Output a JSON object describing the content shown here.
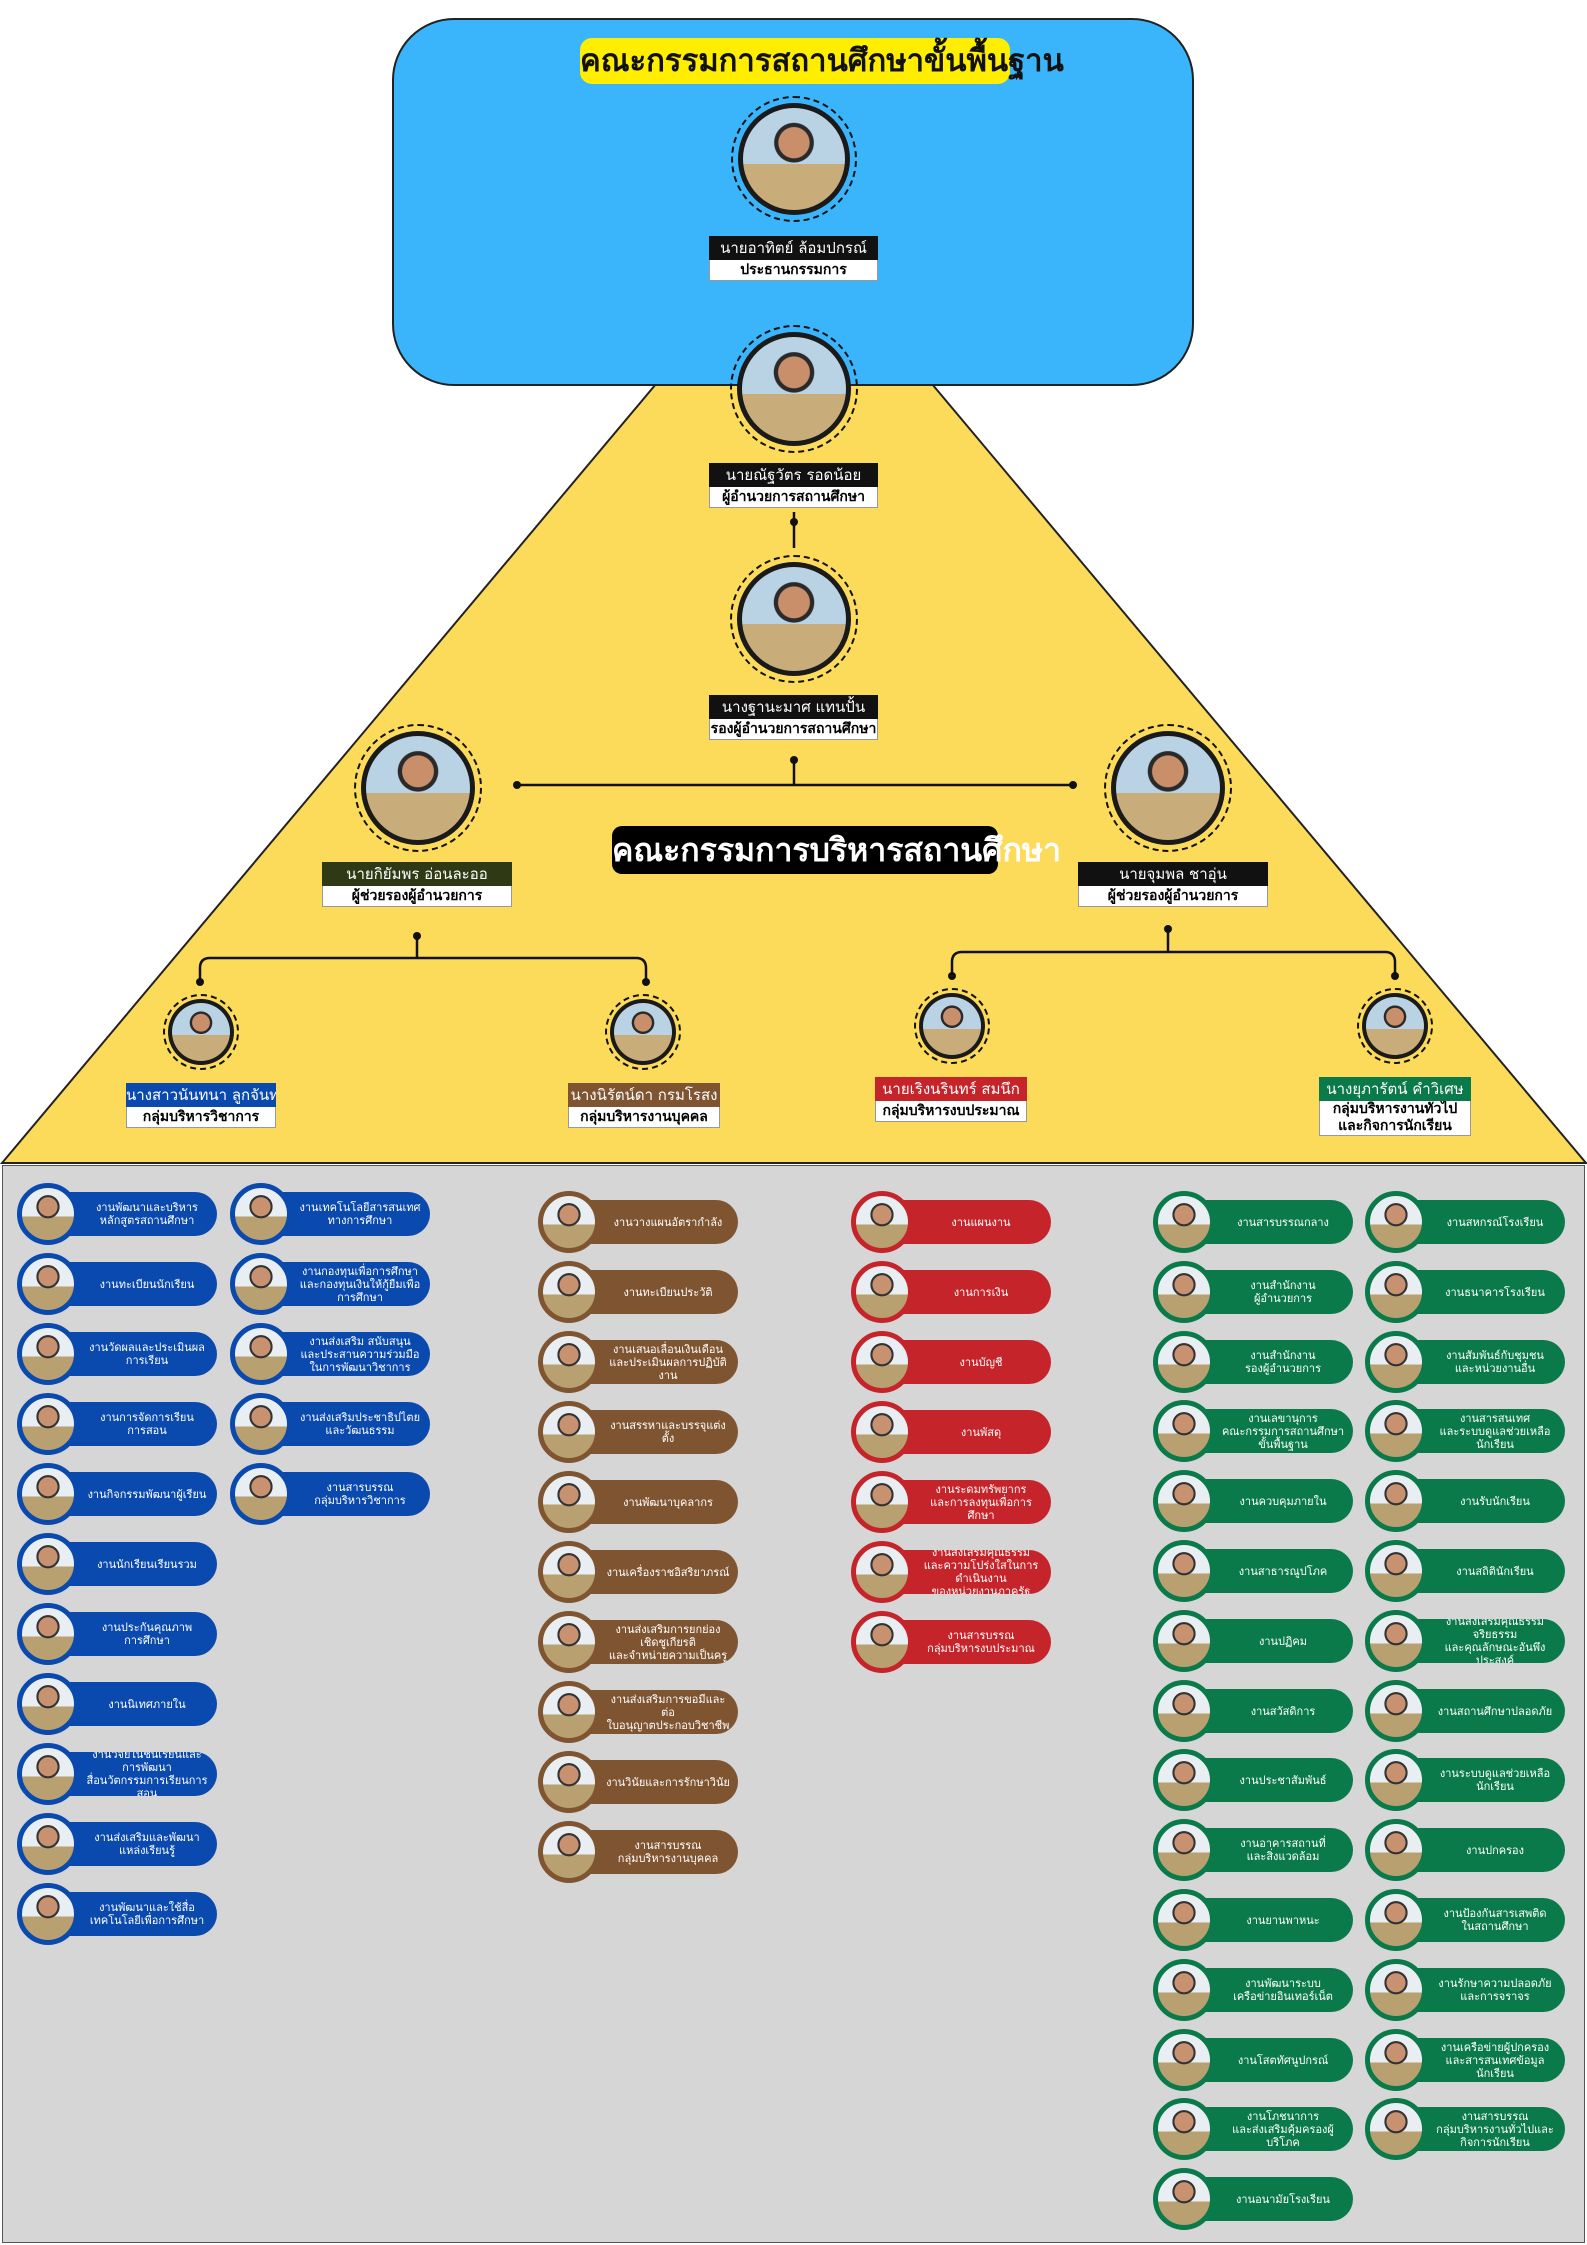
{
  "header": {
    "title": "คณะกรรมการสถานศึกษาขั้นพื้นฐาน"
  },
  "center_title": "คณะกรรมการบริหารสถานศึกษา",
  "chairman": {
    "name": "นายอาทิตย์  ล้อมปกรณ์",
    "role": "ประธานกรรมการ"
  },
  "director": {
    "name": "นายณัฐวัตร  รอดน้อย",
    "role": "ผู้อำนวยการสถานศึกษา"
  },
  "deputy": {
    "name": "นางฐานะมาศ แทนปั้น",
    "role": "รองผู้อำนวยการสถานศึกษา"
  },
  "assistants": [
    {
      "name": "นายกิยัมพร อ่อนละออ",
      "role": "ผู้ช่วยรองผู้อำนวยการ"
    },
    {
      "name": "นายจุมพล ชาอุ่น",
      "role": "ผู้ช่วยรองผู้อำนวยการ"
    }
  ],
  "groups": [
    {
      "name": "นางสาวนันทนา ลูกจันทร์",
      "role": "กลุ่มบริหารวิชาการ",
      "color": "#0a49ad"
    },
    {
      "name": "นางนิรัตน์ดา กรมโรสง",
      "role": "กลุ่มบริหารงานบุคคล",
      "color": "#7f5431"
    },
    {
      "name": "นายเริงนรินทร์ สมนึก",
      "role": "กลุ่มบริหารงบประมาณ",
      "color": "#c4242a"
    },
    {
      "name": "นางยุภารัตน์ คำวิเศษ",
      "role": "กลุ่มบริหารงานทั่วไป\nและกิจการนักเรียน",
      "color": "#0b7a4a"
    }
  ],
  "duties": {
    "academic_col1": [
      "งานพัฒนาและบริหาร\nหลักสูตรสถานศึกษา",
      "งานทะเบียนนักเรียน",
      "งานวัดผลและประเมินผล\nการเรียน",
      "งานการจัดการเรียน\nการสอน",
      "งานกิจกรรมพัฒนาผู้เรียน",
      "งานนักเรียนเรียนรวม",
      "งานประกันคุณภาพ\nการศึกษา",
      "งานนิเทศภายใน",
      "งานวิจัยในชั้นเรียนและการพัฒนา\nสื่อนวัตกรรมการเรียนการสอน",
      "งานส่งเสริมและพัฒนา\nแหล่งเรียนรู้",
      "งานพัฒนาและใช้สื่อ\nเทคโนโลยีเพื่อการศึกษา"
    ],
    "academic_col2": [
      "งานเทคโนโลยีสารสนเทศ\nทางการศึกษา",
      "งานกองทุนเพื่อการศึกษา\nและกองทุนเงินให้กู้ยืมเพื่อการศึกษา",
      "งานส่งเสริม สนับสนุน\nและประสานความร่วมมือ\nในการพัฒนาวิชาการ",
      "งานส่งเสริมประชาธิปไตย\nและวัฒนธรรม",
      "งานสารบรรณ\nกลุ่มบริหารวิชาการ"
    ],
    "personnel": [
      "งานวางแผนอัตรากำลัง",
      "งานทะเบียนประวัติ",
      "งานเสนอเลื่อนเงินเดือน\nและประเมินผลการปฏิบัติงาน",
      "งานสรรหาและบรรจุแต่งตั้ง",
      "งานพัฒนาบุคลากร",
      "งานเครื่องราชอิสริยาภรณ์",
      "งานส่งเสริมการยกย่องเชิดชูเกียรติ\nและจำหน่ายความเป็นครู",
      "งานส่งเสริมการขอมีและต่อ\nใบอนุญาตประกอบวิชาชีพ",
      "งานวินัยและการรักษาวินัย",
      "งานสารบรรณ\nกลุ่มบริหารงานบุคคล"
    ],
    "budget": [
      "งานแผนงาน",
      "งานการเงิน",
      "งานบัญชี",
      "งานพัสดุ",
      "งานระดมทรัพยากร\nและการลงทุนเพื่อการศึกษา",
      "งานส่งเสริมคุณธรรม\nและความโปร่งใสในการดำเนินงาน\nของหน่วยงานภาครัฐ",
      "งานสารบรรณ\nกลุ่มบริหารงบประมาณ"
    ],
    "general_col1": [
      "งานสารบรรณกลาง",
      "งานสำนักงาน\nผู้อำนวยการ",
      "งานสำนักงาน\nรองผู้อำนวยการ",
      "งานเลขานุการ\nคณะกรรมการสถานศึกษาขั้นพื้นฐาน",
      "งานควบคุมภายใน",
      "งานสาธารณูปโภค",
      "งานปฏิคม",
      "งานสวัสดิการ",
      "งานประชาสัมพันธ์",
      "งานอาคารสถานที่\nและสิ่งแวดล้อม",
      "งานยานพาหนะ",
      "งานพัฒนาระบบ\nเครือข่ายอินเทอร์เน็ต",
      "งานโสตทัศนูปกรณ์",
      "งานโภชนาการ\nและส่งเสริมคุ้มครองผู้บริโภค",
      "งานอนามัยโรงเรียน"
    ],
    "general_col2": [
      "งานสหกรณ์โรงเรียน",
      "งานธนาคารโรงเรียน",
      "งานสัมพันธ์กับชุมชน\nและหน่วยงานอื่น",
      "งานสารสนเทศ\nและระบบดูแลช่วยเหลือนักเรียน",
      "งานรับนักเรียน",
      "งานสถิตินักเรียน",
      "งานส่งเสริมคุณธรรม จริยธรรม\nและคุณลักษณะอันพึงประสงค์",
      "งานสถานศึกษาปลอดภัย",
      "งานระบบดูแลช่วยเหลือนักเรียน",
      "งานปกครอง",
      "งานป้องกันสารเสพติด\nในสถานศึกษา",
      "งานรักษาความปลอดภัย\nและการจราจร",
      "งานเครือข่ายผู้ปกครอง\nและสารสนเทศข้อมูลนักเรียน",
      "งานสารบรรณ\nกลุ่มบริหารงานทั่วไปและกิจการนักเรียน"
    ]
  },
  "colors": {
    "sky": "#3ab4fb",
    "pyramid": "#fddb5a",
    "gray": "#d6d6d6",
    "blue": "#0a49ad",
    "brown": "#7f5431",
    "red": "#c4242a",
    "green": "#0b7a4a"
  }
}
